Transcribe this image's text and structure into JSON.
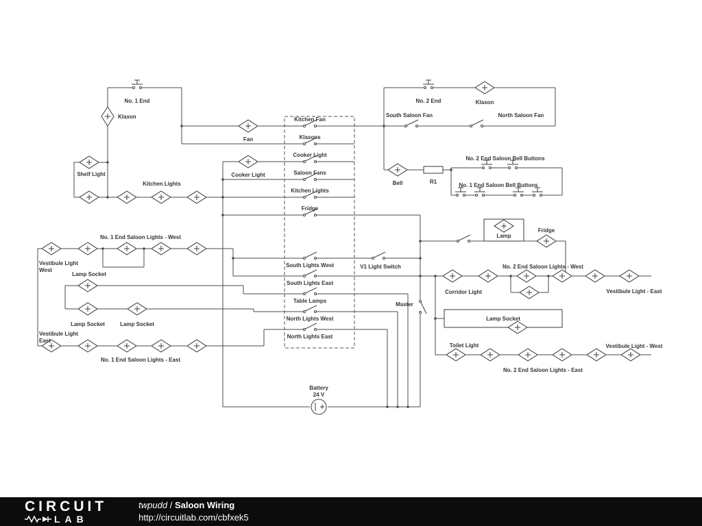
{
  "colors": {
    "wire": "#4a4a4a",
    "footer_bg": "#0c0c0c",
    "label_text": "#333333"
  },
  "footer": {
    "brand_top": "CIRCUIT",
    "brand_bottom": "LAB",
    "author": "twpudd",
    "separator": " / ",
    "title": "Saloon Wiring",
    "url": "http://circuitlab.com/cbfxek5"
  },
  "labels": {
    "no1_end": "No. 1 End",
    "klaxon_left": "Klaxon",
    "no2_end": "No. 2 End",
    "klaxon_right": "Klaxon",
    "south_saloon_fan": "South Saloon Fan",
    "north_saloon_fan": "North Saloon Fan",
    "shelf_light": "Shelf Light",
    "kitchen_lights_row": "Kitchen Lights",
    "fan": "Fan",
    "cooker_light_lamp": "Cooker Light",
    "sw_kitchen_fan": "Kitchen Fan",
    "sw_klaxons": "Klaxons",
    "sw_cooker_light": "Cooker Light",
    "sw_saloon_fans": "Saloon Fans",
    "sw_kitchen_lights": "Kitchen Lights",
    "sw_fridge": "Fridge",
    "sw_south_lights_west": "South Lights West",
    "sw_south_lights_east": "South Lights East",
    "sw_table_lamps": "Table Lamps",
    "sw_north_lights_west": "North Lights West",
    "sw_north_lights_east": "North Lights East",
    "bell": "Bell",
    "r1": "R1",
    "no2_bell_buttons": "No. 2 End Saloon Bell Buttons",
    "no1_bell_buttons": "No. 1 End Saloon Bell Buttons",
    "lamp": "Lamp",
    "fridge": "Fridge",
    "no1_lights_west": "No. 1 End Saloon Lights - West",
    "vestibule_light_west_1": "Vestibule Light",
    "vestibule_light_west_2": "West",
    "lamp_socket_a": "Lamp Socket",
    "lamp_socket_b": "Lamp Socket",
    "lamp_socket_c": "Lamp Socket",
    "vestibule_light_east_1": "Vestibule Light",
    "vestibule_light_east_2": "East",
    "no1_lights_east": "No. 1 End Saloon Lights - East",
    "v1_light_switch": "V1 Light Switch",
    "master": "Master",
    "no2_lights_west": "No. 2 End Saloon Lights - West",
    "corridor_light": "Corridor Light",
    "vestibule_light_east": "Vestibule Light - East",
    "lamp_socket_right": "Lamp Socket",
    "toilet_light": "Toilet Light",
    "vestibule_light_west": "Vestibule Light - West",
    "no2_lights_east": "No. 2 End Saloon Lights - East",
    "battery": "Battery",
    "battery_voltage": "24 V"
  }
}
